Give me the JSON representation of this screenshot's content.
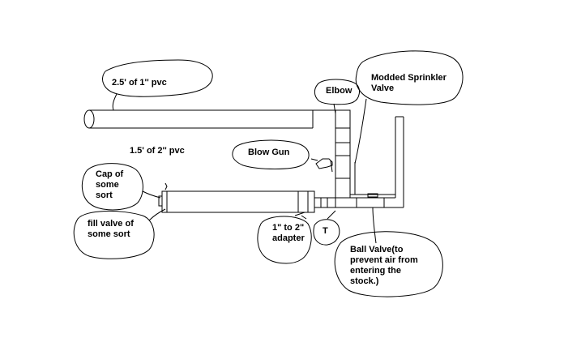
{
  "labels": {
    "pvc_1in": "2.5' of 1'' pvc",
    "pvc_2in": "1.5' of 2'' pvc",
    "elbow": "Elbow",
    "sprinkler_line1": "Modded Sprinkler",
    "sprinkler_line2": "Valve",
    "blow_gun": "Blow Gun",
    "cap_line1": "Cap of",
    "cap_line2": "some",
    "cap_line3": "sort",
    "fill_line1": "fill valve of",
    "fill_line2": "some sort",
    "adapter_line1": "1\" to 2\"",
    "adapter_line2": "adapter",
    "tee": "T",
    "ball_line1": "Ball Valve(to",
    "ball_line2": "prevent air from",
    "ball_line3": "entering the",
    "ball_line4": "stock.)"
  },
  "colors": {
    "background": "#ffffff",
    "stroke": "#000000"
  }
}
